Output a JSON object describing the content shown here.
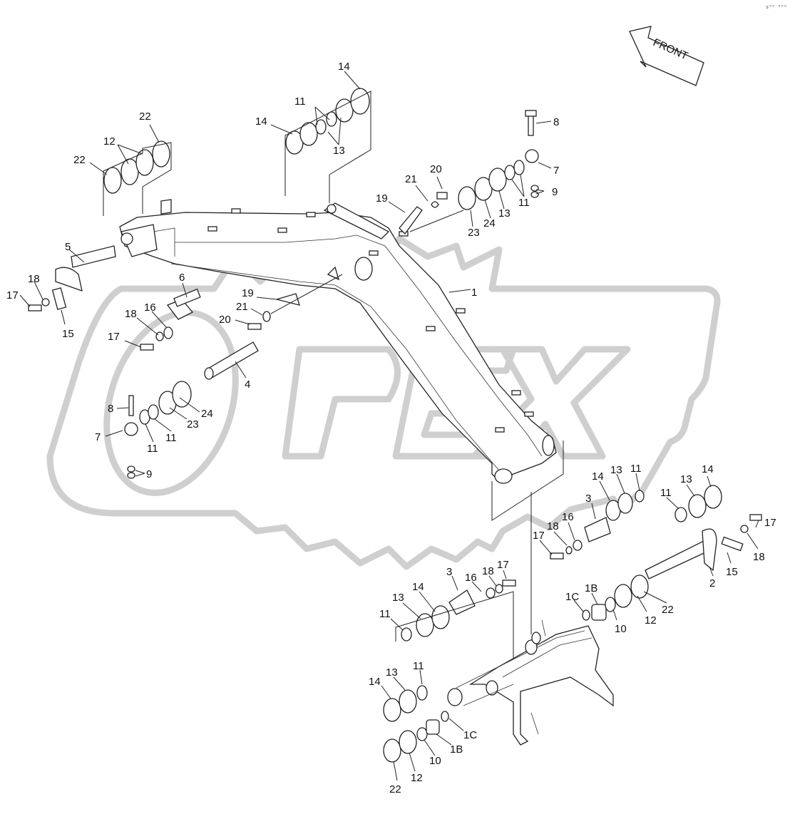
{
  "corner_mark": "s⁰⁰ ⁰⁰⁰",
  "front_arrow": {
    "text": "FRONT"
  },
  "watermark": {
    "text": "OPEX"
  },
  "labels": [
    {
      "id": "p14a",
      "text": "14"
    },
    {
      "id": "p11a",
      "text": "11"
    },
    {
      "id": "p14b",
      "text": "14"
    },
    {
      "id": "p13a",
      "text": "13"
    },
    {
      "id": "p22a",
      "text": "22"
    },
    {
      "id": "p12a",
      "text": "12"
    },
    {
      "id": "p22b",
      "text": "22"
    },
    {
      "id": "p8a",
      "text": "8"
    },
    {
      "id": "p7a",
      "text": "7"
    },
    {
      "id": "p9a",
      "text": "9"
    },
    {
      "id": "p20a",
      "text": "20"
    },
    {
      "id": "p21a",
      "text": "21"
    },
    {
      "id": "p19a",
      "text": "19"
    },
    {
      "id": "p23a",
      "text": "23"
    },
    {
      "id": "p24a",
      "text": "24"
    },
    {
      "id": "p13b",
      "text": "13"
    },
    {
      "id": "p11b",
      "text": "11"
    },
    {
      "id": "p5",
      "text": "5"
    },
    {
      "id": "p1",
      "text": "1"
    },
    {
      "id": "p6",
      "text": "6"
    },
    {
      "id": "p18a",
      "text": "18"
    },
    {
      "id": "p17a",
      "text": "17"
    },
    {
      "id": "p15a",
      "text": "15"
    },
    {
      "id": "p19b",
      "text": "19"
    },
    {
      "id": "p21b",
      "text": "21"
    },
    {
      "id": "p20b",
      "text": "20"
    },
    {
      "id": "p18b",
      "text": "18"
    },
    {
      "id": "p16a",
      "text": "16"
    },
    {
      "id": "p17b",
      "text": "17"
    },
    {
      "id": "p4",
      "text": "4"
    },
    {
      "id": "p8b",
      "text": "8"
    },
    {
      "id": "p24b",
      "text": "24"
    },
    {
      "id": "p23b",
      "text": "23"
    },
    {
      "id": "p7b",
      "text": "7"
    },
    {
      "id": "p11c",
      "text": "11"
    },
    {
      "id": "p11d",
      "text": "11"
    },
    {
      "id": "p9b",
      "text": "9"
    },
    {
      "id": "p14c",
      "text": "14"
    },
    {
      "id": "p13c",
      "text": "13"
    },
    {
      "id": "p11e",
      "text": "11"
    },
    {
      "id": "p13d",
      "text": "13"
    },
    {
      "id": "p14d",
      "text": "14"
    },
    {
      "id": "p11f",
      "text": "11"
    },
    {
      "id": "p3a",
      "text": "3"
    },
    {
      "id": "p16b",
      "text": "16"
    },
    {
      "id": "p18c",
      "text": "18"
    },
    {
      "id": "p17c",
      "text": "17"
    },
    {
      "id": "p17d",
      "text": "17"
    },
    {
      "id": "p18d",
      "text": "18"
    },
    {
      "id": "p15b",
      "text": "15"
    },
    {
      "id": "p2",
      "text": "2"
    },
    {
      "id": "p3b",
      "text": "3"
    },
    {
      "id": "p16c",
      "text": "16"
    },
    {
      "id": "p18e",
      "text": "18"
    },
    {
      "id": "p17e",
      "text": "17"
    },
    {
      "id": "p14e",
      "text": "14"
    },
    {
      "id": "p13e",
      "text": "13"
    },
    {
      "id": "p11g",
      "text": "11"
    },
    {
      "id": "p1Ca",
      "text": "1C"
    },
    {
      "id": "p1Ba",
      "text": "1B"
    },
    {
      "id": "p10a",
      "text": "10"
    },
    {
      "id": "p12b",
      "text": "12"
    },
    {
      "id": "p22c",
      "text": "22"
    },
    {
      "id": "p14f",
      "text": "14"
    },
    {
      "id": "p13f",
      "text": "13"
    },
    {
      "id": "p11h",
      "text": "11"
    },
    {
      "id": "p1Cb",
      "text": "1C"
    },
    {
      "id": "p1Bb",
      "text": "1B"
    },
    {
      "id": "p10b",
      "text": "10"
    },
    {
      "id": "p12c",
      "text": "12"
    },
    {
      "id": "p22d",
      "text": "22"
    }
  ]
}
